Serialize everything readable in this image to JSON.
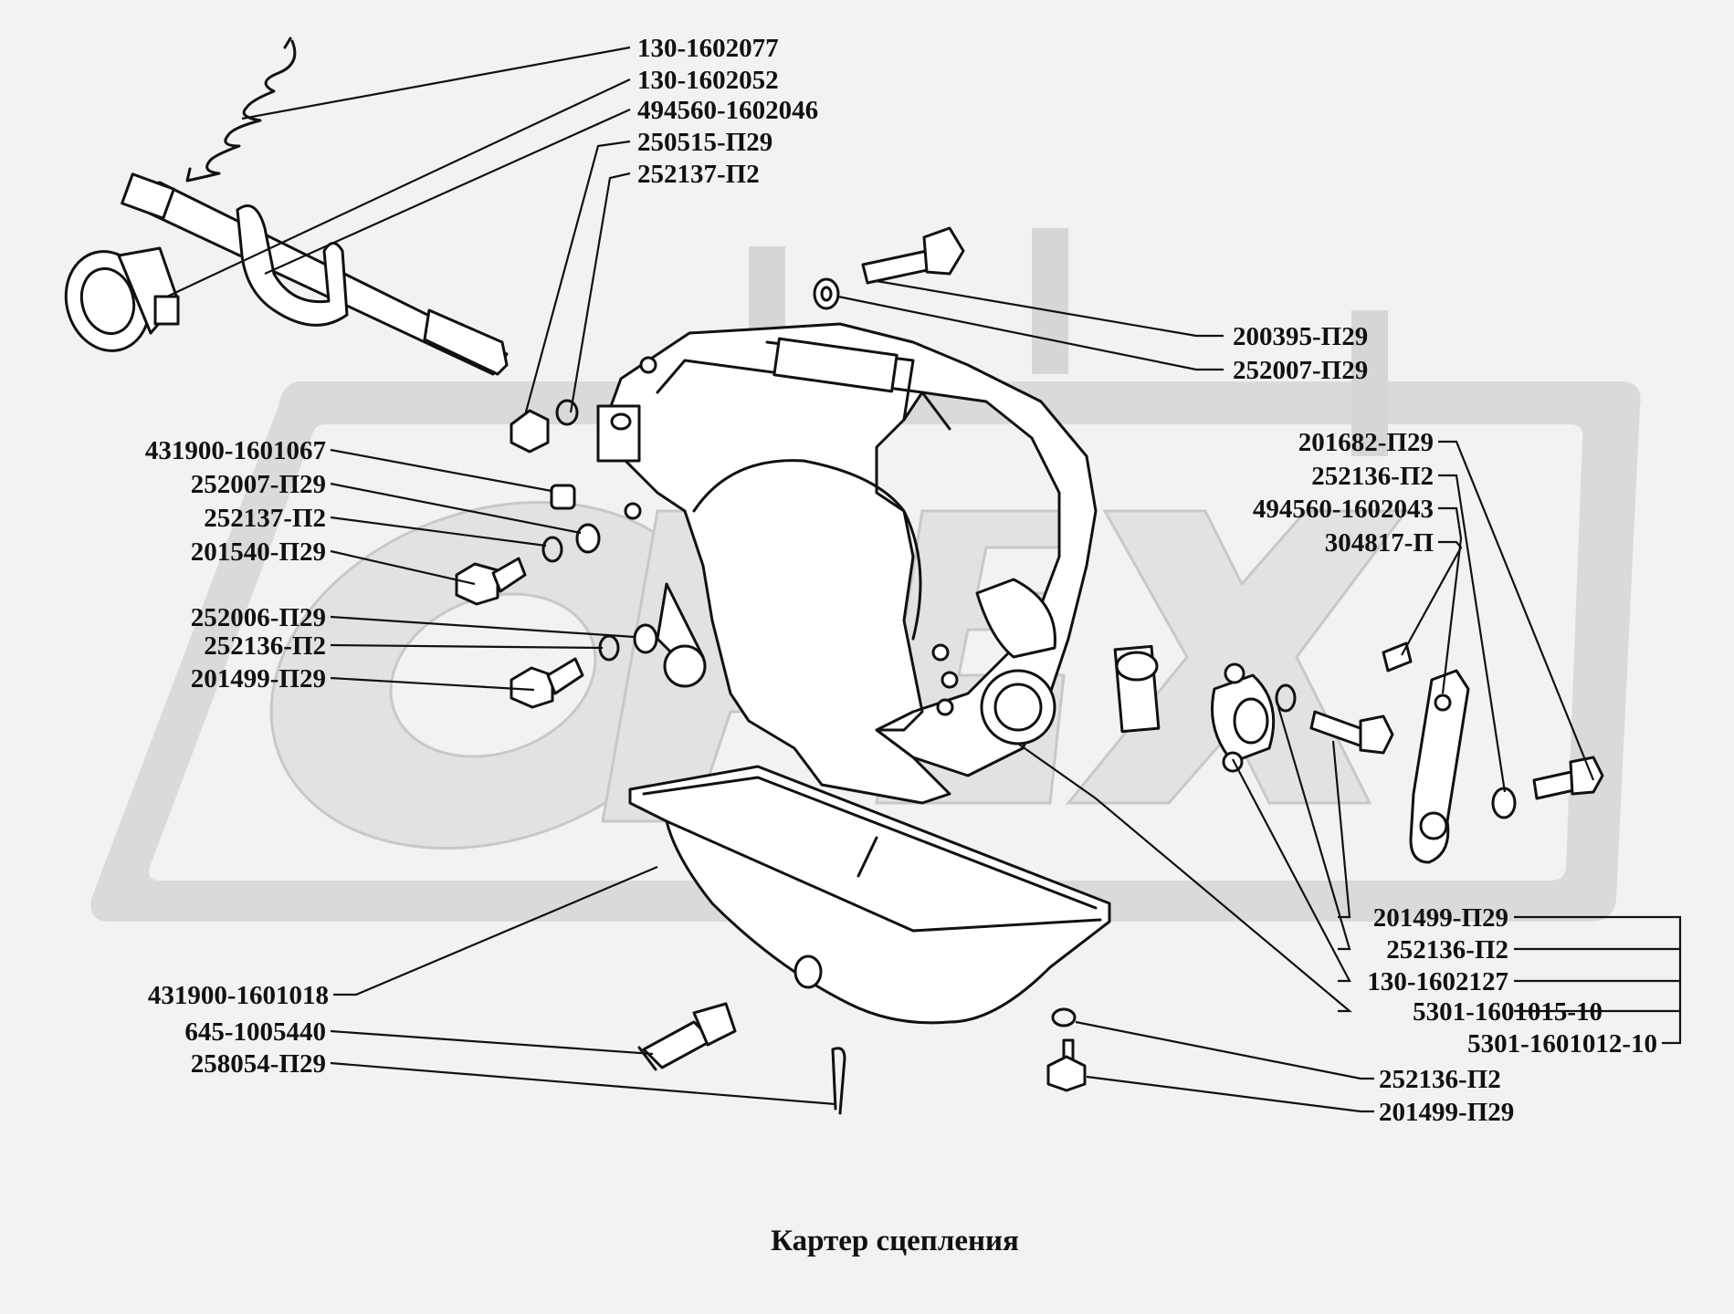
{
  "caption": "Картер сцепления",
  "watermark": {
    "text": "OPEX",
    "color": "#d4d4d4"
  },
  "labels": {
    "l01": "130-1602077",
    "l02": "130-1602052",
    "l03": "494560-1602046",
    "l04": "250515-П29",
    "l05": "252137-П2",
    "l06": "200395-П29",
    "l07": "252007-П29",
    "l08": "431900-1601067",
    "l09": "252007-П29",
    "l10": "252137-П2",
    "l11": "201540-П29",
    "l12": "252006-П29",
    "l13": "252136-П2",
    "l14": "201499-П29",
    "l15": "201682-П29",
    "l16": "252136-П2",
    "l17": "494560-1602043",
    "l18": "304817-П",
    "l19": "201499-П29",
    "l20": "252136-П2",
    "l21": "130-1602127",
    "l22": "5301-1601015-10",
    "l23": "5301-1601012-10",
    "l24": "431900-1601018",
    "l25": "645-1005440",
    "l26": "258054-П29",
    "l27": "252136-П2",
    "l28": "201499-П29"
  }
}
